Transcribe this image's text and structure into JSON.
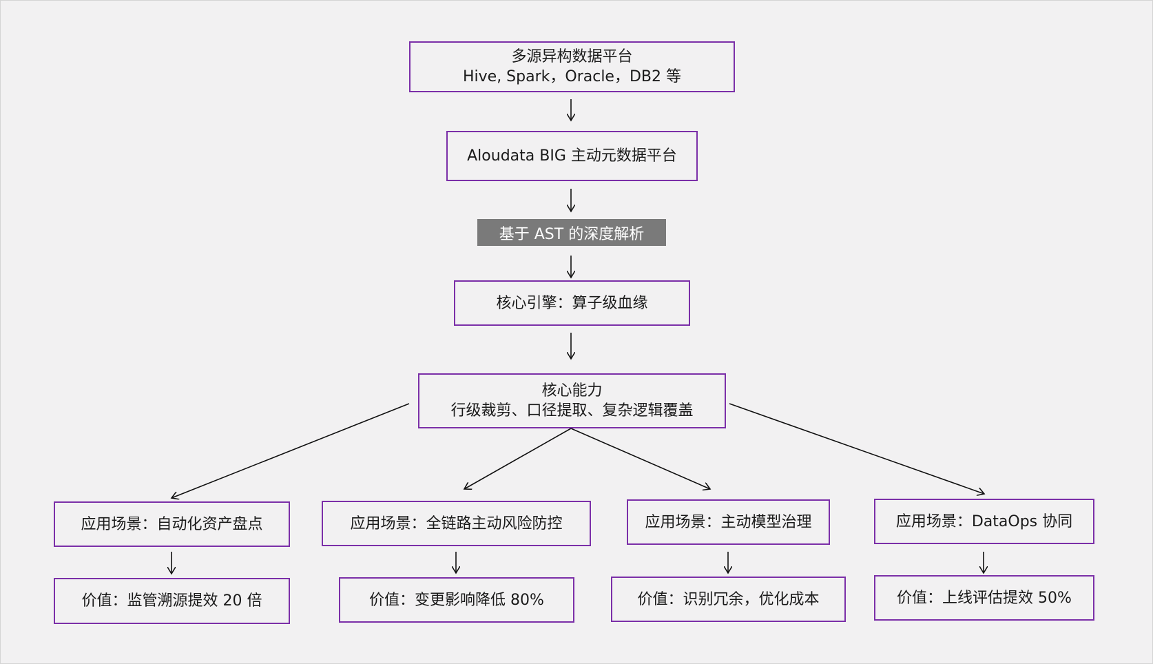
{
  "source_node": {
    "line1": "多源异构数据平台",
    "line2": "Hive, Spark，Oracle，DB2 等"
  },
  "platform_node": {
    "label": "Aloudata BIG 主动元数据平台"
  },
  "parsing_node": {
    "label": "基于 AST 的深度解析"
  },
  "engine_node": {
    "label": "核心引擎：算子级血缘"
  },
  "capability_node": {
    "line1": "核心能力",
    "line2": "行级裁剪、口径提取、复杂逻辑覆盖"
  },
  "scenarios": [
    {
      "label": "应用场景：自动化资产盘点",
      "value": "价值：监管溯源提效 20 倍"
    },
    {
      "label": "应用场景：全链路主动风险防控",
      "value": "价值：变更影响降低 80%"
    },
    {
      "label": "应用场景：主动模型治理",
      "value": "价值：识别冗余，优化成本"
    },
    {
      "label": "应用场景：DataOps 协同",
      "value": "价值：上线评估提效 50%"
    }
  ],
  "colors": {
    "border": "#7b2fa8",
    "background": "#f2f1f2",
    "dark_box": "#7a7a7a"
  }
}
